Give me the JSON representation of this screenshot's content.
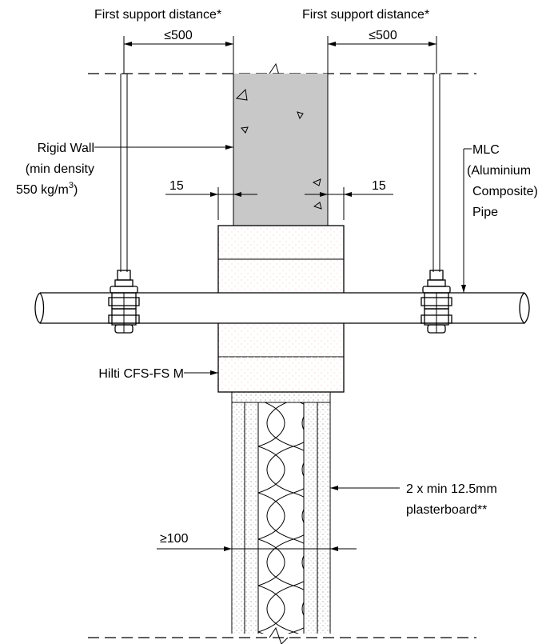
{
  "labels": {
    "support_left": "First support distance*",
    "support_right": "First support distance*",
    "dim_left": "≤500",
    "dim_right": "≤500",
    "wall_line1": "Rigid Wall",
    "wall_line2": "(min density",
    "wall_line3_value": "550 kg/m",
    "wall_line3_sup": "3",
    "wall_line3_end": ")",
    "pipe_line1": "MLC",
    "pipe_line2": "(Aluminium",
    "pipe_line3": "Composite)",
    "pipe_line4": "Pipe",
    "offset_left": "15",
    "offset_right": "15",
    "product": "Hilti CFS-FS M",
    "board_line1": "2 x min 12.5mm",
    "board_line2": "plasterboard**",
    "wall_thickness": "≥100"
  },
  "colors": {
    "concrete": "#c8c8c8",
    "fire_collar": "#ee1111",
    "plasterboard": "#d0d0d0",
    "insulation": "#ffffff",
    "line": "#000000"
  }
}
